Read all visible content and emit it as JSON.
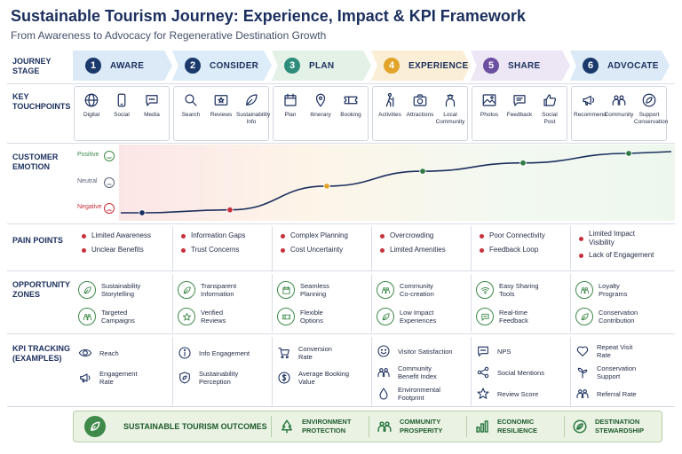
{
  "header": {
    "title": "Sustainable Tourism Journey: Experience, Impact & KPI Framework",
    "subtitle": "From Awareness to Advocacy for Regenerative Destination Growth"
  },
  "row_labels": {
    "stage": "JOURNEY\nSTAGE",
    "touchpoints": "KEY\nTOUCHPOINTS",
    "emotion": "CUSTOMER\nEMOTION",
    "pain": "PAIN POINTS",
    "opportunity": "OPPORTUNITY\nZONES",
    "kpi": "KPI TRACKING\n(EXAMPLES)"
  },
  "stages": [
    {
      "num": "1",
      "name": "AWARE",
      "color": "#1b3a6b",
      "bg": "#dceaf7"
    },
    {
      "num": "2",
      "name": "CONSIDER",
      "color": "#1b3a6b",
      "bg": "#dcecf8"
    },
    {
      "num": "3",
      "name": "PLAN",
      "color": "#2e8d7a",
      "bg": "#e3f1e6"
    },
    {
      "num": "4",
      "name": "EXPERIENCE",
      "color": "#e2a42a",
      "bg": "#fbeed6"
    },
    {
      "num": "5",
      "name": "SHARE",
      "color": "#6b4fa0",
      "bg": "#ece6f5"
    },
    {
      "num": "6",
      "name": "ADVOCATE",
      "color": "#1b3a6b",
      "bg": "#dceaf7"
    }
  ],
  "touchpoints": [
    [
      {
        "label": "Digital",
        "icon": "globe-icon"
      },
      {
        "label": "Social",
        "icon": "smartphone-icon"
      },
      {
        "label": "Media",
        "icon": "chat-bubble-icon"
      }
    ],
    [
      {
        "label": "Search",
        "icon": "search-icon"
      },
      {
        "label": "Reviews",
        "icon": "star-review-icon"
      },
      {
        "label": "Sustainability\nInfo",
        "icon": "leaf-icon"
      }
    ],
    [
      {
        "label": "Plan",
        "icon": "calendar-icon"
      },
      {
        "label": "Itinerary",
        "icon": "map-pin-icon"
      },
      {
        "label": "Booking",
        "icon": "ticket-icon"
      }
    ],
    [
      {
        "label": "Activities",
        "icon": "hiker-icon"
      },
      {
        "label": "Attractions",
        "icon": "camera-icon"
      },
      {
        "label": "Local\nCommunity",
        "icon": "local-person-icon"
      }
    ],
    [
      {
        "label": "Photos",
        "icon": "photo-icon"
      },
      {
        "label": "Feedback",
        "icon": "feedback-bubble-icon"
      },
      {
        "label": "Social\nPost",
        "icon": "thumbs-up-icon"
      }
    ],
    [
      {
        "label": "Recommend",
        "icon": "megaphone-icon"
      },
      {
        "label": "Community",
        "icon": "people-icon"
      },
      {
        "label": "Support\nConservation",
        "icon": "compass-leaf-icon"
      }
    ]
  ],
  "emotion": {
    "levels": {
      "positive": "Positive",
      "neutral": "Neutral",
      "negative": "Negative"
    },
    "colors": {
      "positive": "#3f8a4a",
      "neutral": "#5a6275",
      "negative": "#c8303a",
      "line": "#1b2f5e"
    },
    "points": [
      {
        "stage": "AWARE",
        "level": 0.0,
        "color": "#1b2f5e"
      },
      {
        "stage": "CONSIDER",
        "level": 0.05,
        "color": "#c8303a"
      },
      {
        "stage": "PLAN",
        "level": 0.45,
        "color": "#e2a42a"
      },
      {
        "stage": "EXPERIENCE",
        "level": 0.7,
        "color": "#2e7a45"
      },
      {
        "stage": "SHARE",
        "level": 0.84,
        "color": "#2e7a45"
      },
      {
        "stage": "ADVOCATE",
        "level": 1.0,
        "color": "#2e7a45"
      }
    ]
  },
  "pain_points": [
    [
      "Limited Awareness",
      "Unclear Benefits"
    ],
    [
      "Information Gaps",
      "Trust Concerns"
    ],
    [
      "Complex Planning",
      "Cost Uncertainty"
    ],
    [
      "Overcrowding",
      "Limited Amenities"
    ],
    [
      "Poor Connectivity",
      "Feedback Loop"
    ],
    [
      "Limited Impact\nVisibility",
      "Lack of Engagement"
    ]
  ],
  "opportunities": [
    [
      {
        "label": "Sustainability\nStorytelling",
        "icon": "leaf-icon"
      },
      {
        "label": "Targeted\nCampaigns",
        "icon": "people-icon"
      }
    ],
    [
      {
        "label": "Transparent\nInformation",
        "icon": "leaf-icon"
      },
      {
        "label": "Verified\nReviews",
        "icon": "star-icon"
      }
    ],
    [
      {
        "label": "Seamless\nPlanning",
        "icon": "calendar-icon"
      },
      {
        "label": "Flexible\nOptions",
        "icon": "ticket-icon"
      }
    ],
    [
      {
        "label": "Community\nCo-creation",
        "icon": "people-icon"
      },
      {
        "label": "Low Impact\nExperiences",
        "icon": "leaf-icon"
      }
    ],
    [
      {
        "label": "Easy Sharing\nTools",
        "icon": "wifi-icon"
      },
      {
        "label": "Real-time\nFeedback",
        "icon": "chat-bubble-icon"
      }
    ],
    [
      {
        "label": "Loyalty\nPrograms",
        "icon": "people-icon"
      },
      {
        "label": "Conservation\nContribution",
        "icon": "leaf-icon"
      }
    ]
  ],
  "kpis": [
    [
      {
        "label": "Reach",
        "icon": "eye-icon"
      },
      {
        "label": "Engagement\nRate",
        "icon": "megaphone-icon"
      }
    ],
    [
      {
        "label": "Info Engagement",
        "icon": "info-icon"
      },
      {
        "label": "Sustainability\nPerception",
        "icon": "shield-leaf-icon"
      }
    ],
    [
      {
        "label": "Conversion\nRate",
        "icon": "cart-icon"
      },
      {
        "label": "Average Booking\nValue",
        "icon": "dollar-icon"
      }
    ],
    [
      {
        "label": "Visitor Satisfaction",
        "icon": "smile-icon"
      },
      {
        "label": "Community\nBenefit Index",
        "icon": "people-icon"
      },
      {
        "label": "Environmental\nFootprint",
        "icon": "drop-icon"
      }
    ],
    [
      {
        "label": "NPS",
        "icon": "chat-bubble-icon"
      },
      {
        "label": "Social Mentions",
        "icon": "share-icon"
      },
      {
        "label": "Review Score",
        "icon": "star-icon"
      }
    ],
    [
      {
        "label": "Repeat Visit\nRate",
        "icon": "heart-icon"
      },
      {
        "label": "Conservation\nSupport",
        "icon": "seedling-icon"
      },
      {
        "label": "Referral Rate",
        "icon": "people-icon"
      }
    ]
  ],
  "outcomes": {
    "main_label": "SUSTAINABLE TOURISM OUTCOMES",
    "main_icon": "leaf-badge-icon",
    "items": [
      {
        "label": "ENVIRONMENT\nPROTECTION",
        "icon": "tree-icon"
      },
      {
        "label": "COMMUNITY\nPROSPERITY",
        "icon": "people-icon"
      },
      {
        "label": "ECONOMIC\nRESILIENCE",
        "icon": "bar-chart-icon"
      },
      {
        "label": "DESTINATION\nSTEWARDSHIP",
        "icon": "leaf-circle-icon"
      }
    ]
  }
}
